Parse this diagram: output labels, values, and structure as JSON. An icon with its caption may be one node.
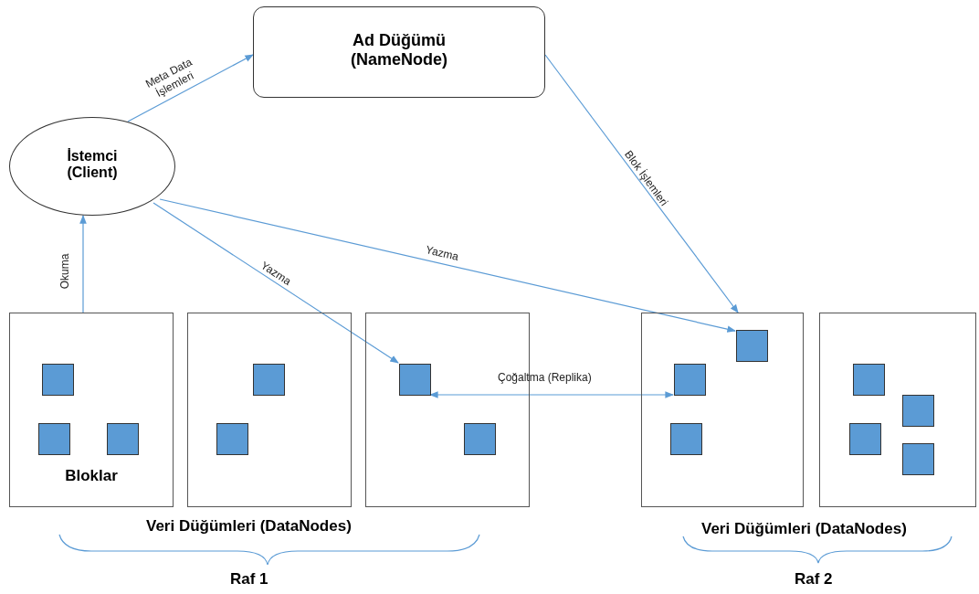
{
  "diagram": {
    "nodes": [
      {
        "text": [
          "Ad Düğümü (NameNode)"
        ]
      },
      {
        "text": [
          "İstemci (Client)"
        ]
      },
      {
        "text": [
          "Bloklar"
        ]
      },
      {
        "text": [],
        "shape": "box",
        "in": 2
      },
      {
        "text": [],
        "shape": "box",
        "in": 2
      },
      {
        "text": [],
        "shape": "box",
        "in": 2
      },
      {
        "text": [],
        "shape": "box"
      },
      {
        "text": [],
        "shape": "box",
        "in": 6
      },
      {
        "text": [],
        "shape": "box",
        "in": 6
      },
      {
        "text": [],
        "shape": "box"
      },
      {
        "text": [],
        "shape": "box",
        "in": 9
      },
      {
        "text": [],
        "shape": "box",
        "in": 9
      },
      {
        "text": [],
        "shape": "box"
      },
      {
        "text": [],
        "shape": "box",
        "in": 12
      },
      {
        "text": [],
        "shape": "box",
        "in": 12
      },
      {
        "text": [],
        "shape": "box",
        "in": 12
      },
      {
        "text": [],
        "shape": "box"
      },
      {
        "text": [],
        "shape": "box",
        "in": 16
      },
      {
        "text": [],
        "shape": "box",
        "in": 16
      },
      {
        "text": [],
        "shape": "box",
        "in": 16
      },
      {
        "text": [],
        "shape": "box",
        "in": 16
      }
    ],
    "edges": [
      {
        "from": 1,
        "to": 0,
        "arrow": "to",
        "label": "Meta Data İşlemleri"
      },
      {
        "from": 0,
        "to": 12,
        "arrow": "to",
        "label": "Blok İşlemleri"
      },
      {
        "from": 2,
        "to": 1,
        "arrow": "to",
        "label": "Okuma"
      },
      {
        "from": 1,
        "to": 10,
        "arrow": "to",
        "label": "Yazma"
      },
      {
        "from": 1,
        "to": 13,
        "arrow": "to",
        "label": "Yazma"
      },
      {
        "from": 10,
        "to": 14,
        "arrow": "both",
        "label": "Çoğaltma (Replika)"
      }
    ],
    "labels": [
      "Veri Düğümleri (DataNodes)",
      "Veri Düğümleri (DataNodes)",
      "Raf 1",
      "Raf 2"
    ]
  }
}
